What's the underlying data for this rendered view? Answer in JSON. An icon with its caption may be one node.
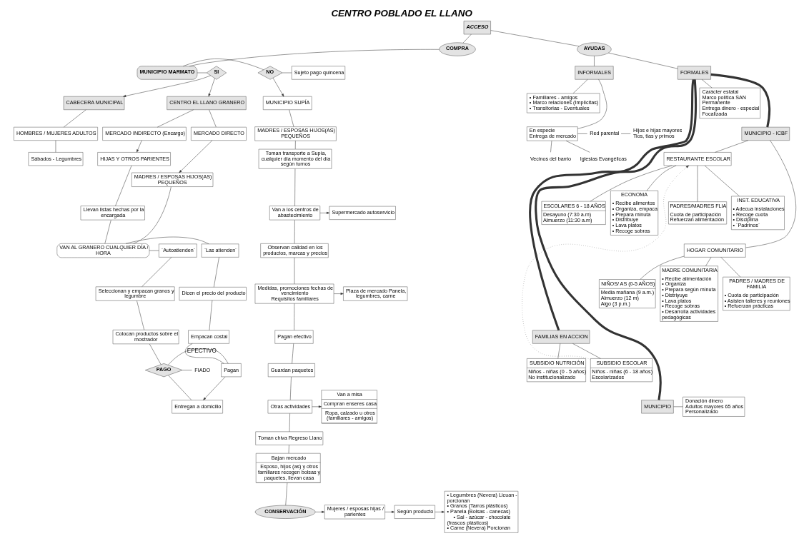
{
  "diagram": {
    "title": "CENTRO POBLADO EL LLANO",
    "nodes": [
      {
        "text": [
          "ACCESO"
        ]
      },
      {
        "text": [
          "COMPRA"
        ]
      },
      {
        "text": [
          "AYUDAS"
        ]
      },
      {
        "text": [
          "MUNICIPIO MARMATO"
        ]
      },
      {
        "text": [
          "NO"
        ]
      },
      {
        "text": [
          "SI"
        ]
      },
      {
        "text": [
          "Sujeto pago quincena"
        ]
      },
      {
        "text": [
          "MUNICIPIO SUPÍA"
        ]
      },
      {
        "text": [
          "MADRES / ESPOSAS HIJOS(AS) PEQUEÑOS"
        ]
      },
      {
        "text": [
          "Toman transporte a Supía, cualquier día momento del día según turnos"
        ]
      },
      {
        "text": [
          "Van a los centros de abastecimiento"
        ]
      },
      {
        "text": [
          "Supermercado autoservicio"
        ]
      },
      {
        "text": [
          "Observan calidad en los productos, marcas y precios"
        ]
      },
      {
        "text": [
          "Medidas, promociones fechas de vencimiento",
          "Requisitos familiares"
        ]
      },
      {
        "text": [
          "Plaza de mercado Panela, legumbres, carne"
        ]
      },
      {
        "text": [
          "Pagan efectivo"
        ]
      },
      {
        "text": [
          "Guardan paquetes"
        ]
      },
      {
        "text": [
          "Otras actividades"
        ]
      },
      {
        "text": [
          "Van a misa",
          "Compran enseres casa",
          "Ropa, calzado u otros (familiares - amigos)"
        ]
      },
      {
        "text": [
          "Toman chiva Regreso Llano"
        ]
      },
      {
        "text": [
          "Bajan mercado",
          "Esposo, hijos (as) y otros familiares recogen bolsas y paquetes, llevan casa"
        ]
      },
      {
        "text": [
          "CONSERVACIÓN"
        ]
      },
      {
        "text": [
          "Mujeres / esposas hijas / parientes"
        ]
      },
      {
        "text": [
          "Según producto"
        ]
      },
      {
        "text": [
          "• Legumbres (Nevera) Licuan - porcionan",
          "• Granos (Tarros plásticos)",
          "• Panela (Bolsas - canecas)",
          "• Sal - azúcar - chocolate (frascos plásticos)",
          "• Carne (Nevera) Porcionan"
        ]
      },
      {
        "text": [
          "CABECERA MUNICIPAL"
        ]
      },
      {
        "text": [
          "HOMBRES / MUJERES ADULTOS"
        ]
      },
      {
        "text": [
          "Sábados - Legumbres"
        ]
      },
      {
        "text": [
          "CENTRO EL LLANO GRANERO"
        ]
      },
      {
        "text": [
          "MERCADO DIRECTO"
        ]
      },
      {
        "text": [
          "MERCADO INDIRECTO (Encargo)"
        ]
      },
      {
        "text": [
          "MADRES / ESPOSAS HIJOS(AS) PEQUEÑOS"
        ]
      },
      {
        "text": [
          "HIJAS Y OTROS PARIENTES"
        ]
      },
      {
        "text": [
          "Llevan listas hechas por la encargada"
        ]
      },
      {
        "text": [
          "VAN AL GRANERO CUALQUIER DÍA / HORA"
        ]
      },
      {
        "text": [
          "¨Autoatienden¨"
        ]
      },
      {
        "text": [
          "¨Las atienden¨"
        ]
      },
      {
        "text": [
          "Seleccionan y empacan granos y legumbre"
        ]
      },
      {
        "text": [
          "Colocan productos sobre el mostrador"
        ]
      },
      {
        "text": [
          "PAGO"
        ]
      },
      {
        "text": [
          "FIADO"
        ]
      },
      {
        "text": [
          "Dicen el precio del producto"
        ]
      },
      {
        "text": [
          "Empacan costal"
        ]
      },
      {
        "text": [
          "Pagan"
        ]
      },
      {
        "text": [
          "Entregan a domicilio"
        ]
      },
      {
        "text": [
          "FORMALES"
        ]
      },
      {
        "text": [
          "INFORMALES"
        ]
      },
      {
        "text": [
          "Carácter estatal",
          "Marco política SAN",
          "Permanente",
          "Entrega dinero - especial",
          "Focalizada"
        ]
      },
      {
        "text": [
          "• Familiares - amigos",
          "• Marco relaciones (Implícitas)",
          "• Transitorias - Eventuales"
        ]
      },
      {
        "text": [
          "En especie",
          "Entrega de mercado"
        ]
      },
      {
        "text": [
          "Red parental"
        ]
      },
      {
        "text": [
          "Hijos e hijas mayores",
          "Tios, tias y primos"
        ]
      },
      {
        "text": [
          "Vecinos del barrio"
        ]
      },
      {
        "text": [
          "Iglesias Evangélicas"
        ]
      },
      {
        "text": [
          "MUNICIPIO - ICBF"
        ]
      },
      {
        "text": [
          "RESTAURANTE ESCOLAR"
        ]
      },
      {
        "text": [
          "ESCOLARES 6 - 18 AÑOS",
          "Desayuno (7:30 a.m)",
          "Almuerzo (11:30 a.m)"
        ]
      },
      {
        "text": [
          "ECONOMA",
          "• Recibe alimentos",
          "• Organiza, empaca",
          "• Prepara minuta",
          "• Distribuye",
          "• Lava platos",
          "• Recoge sobras"
        ]
      },
      {
        "text": [
          "PADRES/MADRES FLIA",
          "Cuota de participación",
          "Refuerzan alimentación"
        ]
      },
      {
        "text": [
          "INST. EDUCATIVA",
          "• Adecua instalaciones",
          "• Recoge cuota",
          "• Disciplina",
          "• ¨Padrinos¨"
        ]
      },
      {
        "text": [
          "HOGAR COMUNITARIO"
        ]
      },
      {
        "text": [
          "NIÑOS/ AS (0-5 AÑOS)",
          "Media mañana (9 a.m.)",
          "Almuerzo (12 m)",
          "Algo (3 p.m.)"
        ]
      },
      {
        "text": [
          "MADRE COMUNITARIA",
          "• Recibe alimentación",
          "• Organiza",
          "• Prepara según minuta",
          "• Distriyuye",
          "• Lava platos",
          "• Recoge sobras",
          "• Desarrolla actividades pedagógicas"
        ]
      },
      {
        "text": [
          "PADRES / MADRES DE FAMILIA",
          "• Cuota de participación",
          "• Asisten talleres y reuniones",
          "• Refuerzan prácticas"
        ]
      },
      {
        "text": [
          "FAMILIAS EN ACCION"
        ]
      },
      {
        "text": [
          "SUBSIDIO NUTRICIÓN",
          "Niños - niñas (0 - 5 años)",
          "No institucionalizado"
        ]
      },
      {
        "text": [
          "SUBSIDIO ESCOLAR",
          "Niños - niñas (6 - 18 años)",
          "Escolarizados"
        ]
      },
      {
        "text": [
          "MUNICIPIO"
        ]
      },
      {
        "text": [
          "Donación dinero",
          "Adultos mayores 65 años",
          "Personalizado"
        ]
      }
    ],
    "edges": [
      {
        "from": 0,
        "to": 1,
        "arrow": "none"
      },
      {
        "from": 0,
        "to": 2,
        "arrow": "none"
      },
      {
        "from": 1,
        "to": 3,
        "arrow": "none"
      },
      {
        "from": 3,
        "to": 4,
        "arrow": "none"
      },
      {
        "from": 3,
        "to": 5,
        "arrow": "none"
      },
      {
        "from": 4,
        "to": 6,
        "arrow": "none"
      },
      {
        "from": 4,
        "to": 7,
        "arrow": "to"
      },
      {
        "from": 5,
        "to": 25,
        "arrow": "to"
      },
      {
        "from": 5,
        "to": 28,
        "arrow": "to"
      },
      {
        "from": 7,
        "to": 8,
        "arrow": "none"
      },
      {
        "from": 8,
        "to": 9,
        "arrow": "none"
      },
      {
        "from": 9,
        "to": 10,
        "arrow": "none"
      },
      {
        "from": 10,
        "to": 11,
        "arrow": "to"
      },
      {
        "from": 10,
        "to": 12,
        "arrow": "none"
      },
      {
        "from": 12,
        "to": 13,
        "arrow": "none"
      },
      {
        "from": 13,
        "to": 14,
        "arrow": "to"
      },
      {
        "from": 13,
        "to": 15,
        "arrow": "none"
      },
      {
        "from": 15,
        "to": 16,
        "arrow": "none"
      },
      {
        "from": 16,
        "to": 17,
        "arrow": "none"
      },
      {
        "from": 17,
        "to": 18,
        "arrow": "to"
      },
      {
        "from": 17,
        "to": 19,
        "arrow": "none"
      },
      {
        "from": 19,
        "to": 20,
        "arrow": "none"
      },
      {
        "from": 20,
        "to": 21,
        "arrow": "none"
      },
      {
        "from": 21,
        "to": 22,
        "arrow": "to"
      },
      {
        "from": 22,
        "to": 23,
        "arrow": "to"
      },
      {
        "from": 23,
        "to": 24,
        "arrow": "to"
      },
      {
        "from": 25,
        "to": 26,
        "arrow": "none"
      },
      {
        "from": 26,
        "to": 27,
        "arrow": "none"
      },
      {
        "from": 28,
        "to": 29,
        "arrow": "none"
      },
      {
        "from": 28,
        "to": 30,
        "arrow": "none"
      },
      {
        "from": 29,
        "to": 31,
        "arrow": "to"
      },
      {
        "from": 30,
        "to": 32,
        "arrow": "to"
      },
      {
        "from": 32,
        "to": 33,
        "arrow": "none"
      },
      {
        "from": 31,
        "to": 34,
        "arrow": "none"
      },
      {
        "from": 33,
        "to": 34,
        "arrow": "none"
      },
      {
        "from": 34,
        "to": 35,
        "arrow": "none"
      },
      {
        "from": 34,
        "to": 36,
        "arrow": "none"
      },
      {
        "from": 35,
        "to": 37,
        "arrow": "none"
      },
      {
        "from": 37,
        "to": 38,
        "arrow": "none"
      },
      {
        "from": 38,
        "to": 39,
        "arrow": "none"
      },
      {
        "from": 39,
        "to": 40,
        "arrow": "none"
      },
      {
        "from": 39,
        "to": 43,
        "arrow": "none",
        "label": "EFECTIVO"
      },
      {
        "from": 39,
        "to": 44,
        "arrow": "none"
      },
      {
        "from": 36,
        "to": 41,
        "arrow": "none"
      },
      {
        "from": 41,
        "to": 42,
        "arrow": "none"
      },
      {
        "from": 42,
        "to": 43,
        "arrow": "none"
      },
      {
        "from": 43,
        "to": 44,
        "arrow": "to"
      },
      {
        "from": 2,
        "to": 45,
        "arrow": "none"
      },
      {
        "from": 2,
        "to": 46,
        "arrow": "none"
      },
      {
        "from": 45,
        "to": 47,
        "arrow": "none"
      },
      {
        "from": 45,
        "to": 54,
        "arrow": "none",
        "style": "thick"
      },
      {
        "from": 45,
        "to": 64,
        "arrow": "none",
        "style": "thick"
      },
      {
        "from": 45,
        "to": 67,
        "arrow": "none",
        "style": "thick"
      },
      {
        "from": 46,
        "to": 48,
        "arrow": "none"
      },
      {
        "from": 46,
        "to": 49,
        "arrow": "none"
      },
      {
        "from": 49,
        "to": 50,
        "arrow": "none"
      },
      {
        "from": 50,
        "to": 51,
        "arrow": "none"
      },
      {
        "from": 49,
        "to": 52,
        "arrow": "none"
      },
      {
        "from": 49,
        "to": 53,
        "arrow": "none"
      },
      {
        "from": 54,
        "to": 55,
        "arrow": "none"
      },
      {
        "from": 54,
        "to": 60,
        "arrow": "none"
      },
      {
        "from": 55,
        "to": 56,
        "arrow": "none"
      },
      {
        "from": 55,
        "to": 57,
        "arrow": "none"
      },
      {
        "from": 55,
        "to": 58,
        "arrow": "none"
      },
      {
        "from": 55,
        "to": 59,
        "arrow": "none"
      },
      {
        "from": 60,
        "to": 61,
        "arrow": "none"
      },
      {
        "from": 60,
        "to": 62,
        "arrow": "none"
      },
      {
        "from": 60,
        "to": 63,
        "arrow": "none"
      },
      {
        "from": 64,
        "to": 65,
        "arrow": "none"
      },
      {
        "from": 64,
        "to": 66,
        "arrow": "none"
      },
      {
        "from": 67,
        "to": 68,
        "arrow": "none"
      },
      {
        "from": 66,
        "to": 55,
        "arrow": "to",
        "style": "dashed"
      }
    ]
  }
}
